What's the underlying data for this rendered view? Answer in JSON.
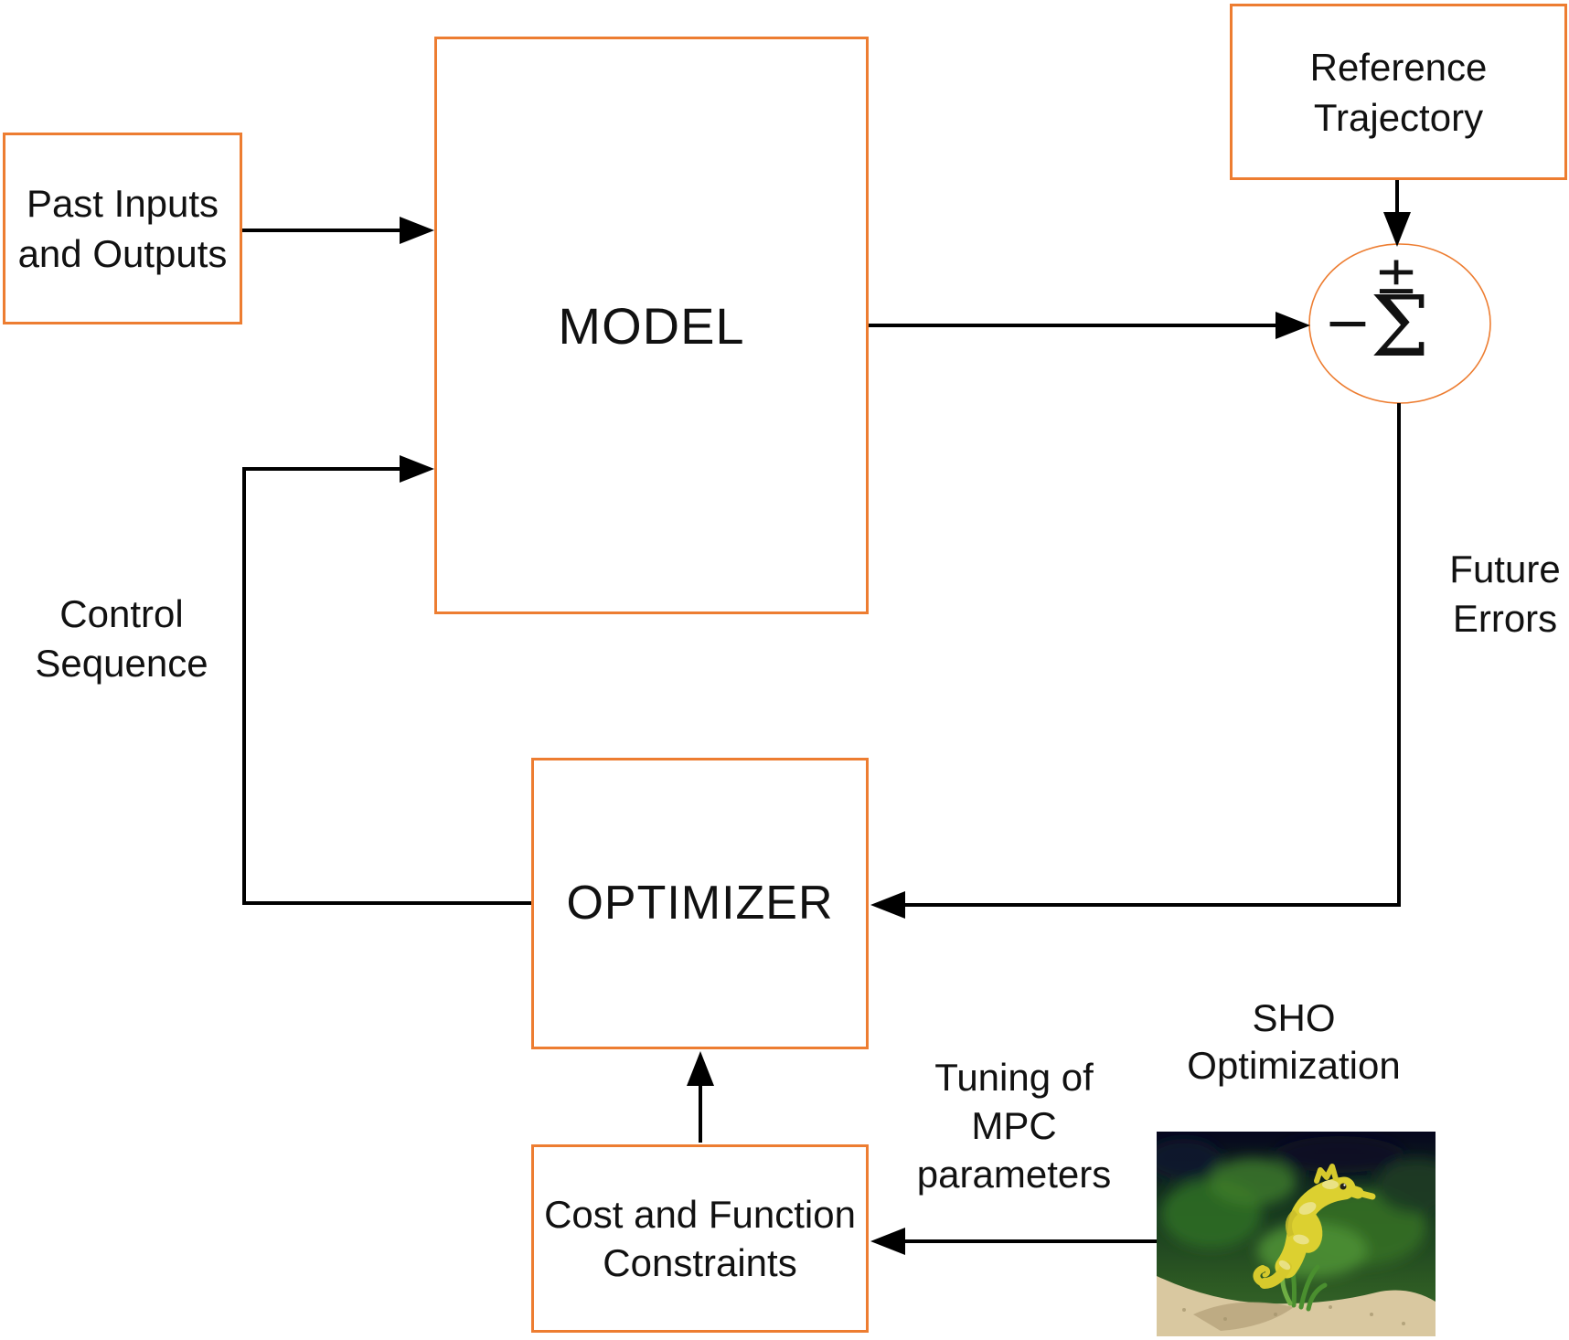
{
  "colors": {
    "accent": "#ED7D31",
    "line": "#000000",
    "background": "#ffffff",
    "seahorse_yellow": "#DCD030",
    "sand": "#D9C8A0",
    "plant_green": "#4A8F2F"
  },
  "boxes": {
    "past_inputs": {
      "line1": "Past Inputs",
      "line2": "and Outputs"
    },
    "model": {
      "label": "MODEL"
    },
    "reference": {
      "line1": "Reference",
      "line2": "Trajectory"
    },
    "optimizer": {
      "label": "OPTIMIZER"
    },
    "cost": {
      "line1": "Cost and Function",
      "line2": "Constraints"
    }
  },
  "labels": {
    "control": {
      "line1": "Control",
      "line2": "Sequence"
    },
    "future": {
      "line1": "Future",
      "line2": "Errors"
    },
    "tuning": {
      "line1": "Tuning of",
      "line2": "MPC",
      "line3": "parameters"
    },
    "sho": {
      "line1": "SHO",
      "line2": "Optimization"
    }
  },
  "junction": {
    "sigma": "Σ",
    "plus_minus": "±",
    "minus": "−"
  },
  "image": {
    "name": "seahorse-photo"
  }
}
